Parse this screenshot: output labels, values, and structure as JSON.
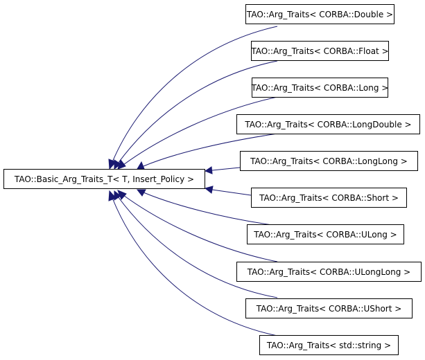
{
  "diagram": {
    "base_class": "TAO::Basic_Arg_Traits_T< T, Insert_Policy >",
    "derived_classes": [
      "TAO::Arg_Traits< CORBA::Double >",
      "TAO::Arg_Traits< CORBA::Float >",
      "TAO::Arg_Traits< CORBA::Long >",
      "TAO::Arg_Traits< CORBA::LongDouble >",
      "TAO::Arg_Traits< CORBA::LongLong >",
      "TAO::Arg_Traits< CORBA::Short >",
      "TAO::Arg_Traits< CORBA::ULong >",
      "TAO::Arg_Traits< CORBA::ULongLong >",
      "TAO::Arg_Traits< CORBA::UShort >",
      "TAO::Arg_Traits< std::string >"
    ],
    "edge_color": "#191970"
  }
}
